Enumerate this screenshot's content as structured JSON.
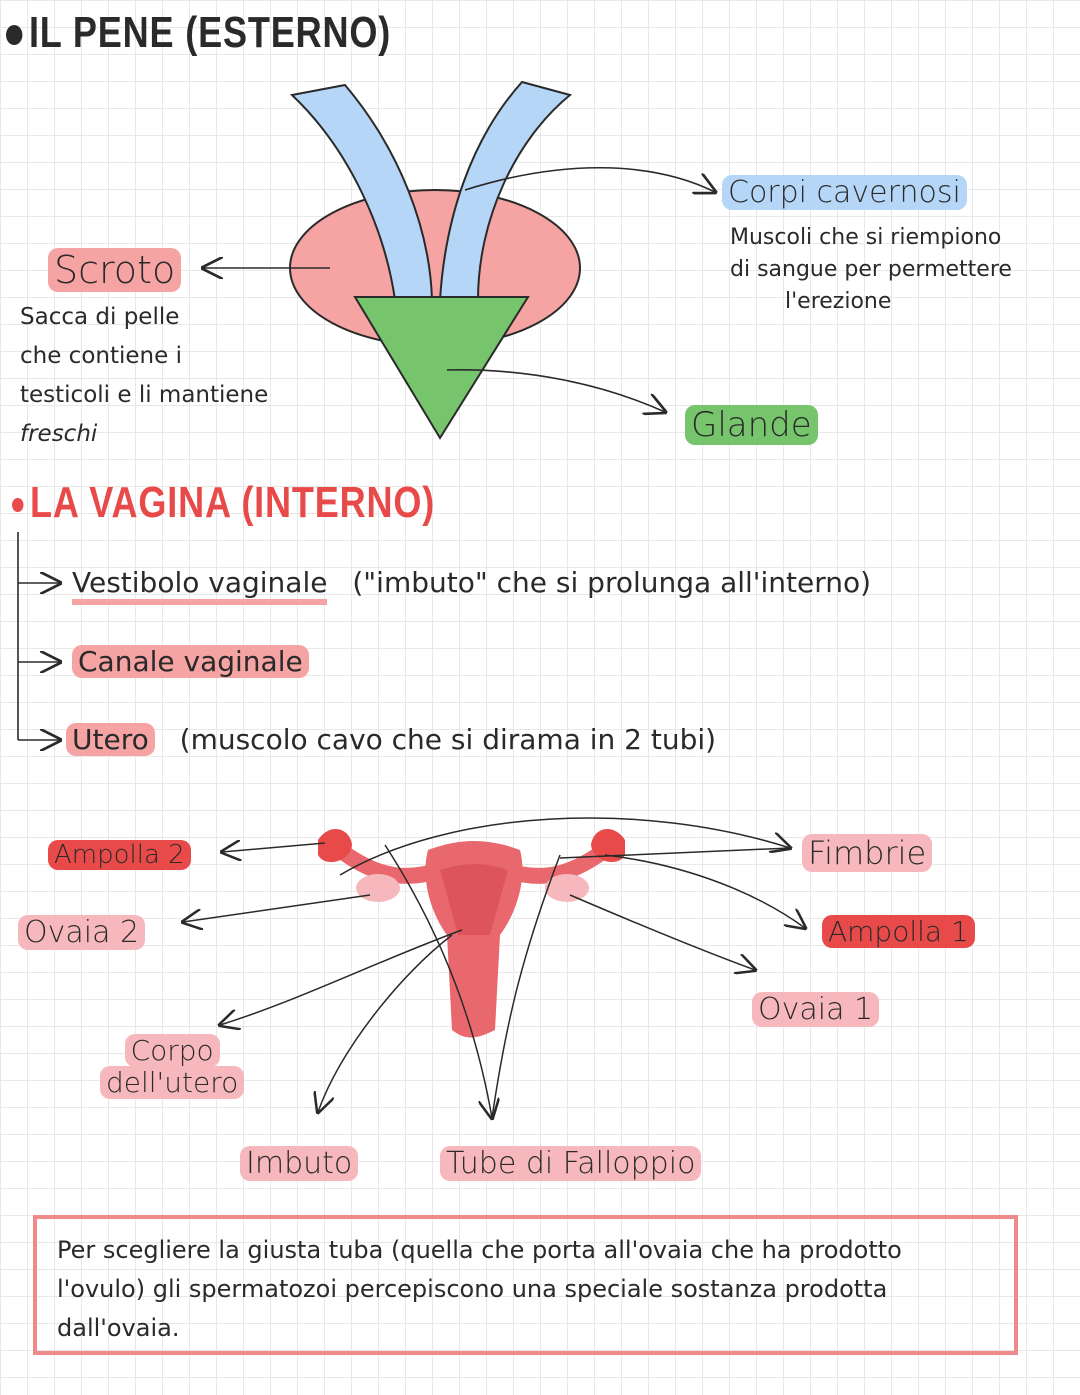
{
  "colors": {
    "pink": "#f6a3a3",
    "blue": "#b5d6f7",
    "green": "#76c46c",
    "red": "#e84a4a",
    "dark": "#2a2a2a"
  },
  "section_penis": {
    "title": "IL PENE (ESTERNO)",
    "corpi_label": "Corpi cavernosi",
    "corpi_desc": [
      "Muscoli che si riempiono",
      "di sangue per permettere",
      "l'erezione"
    ],
    "scroto_label": "Scroto",
    "scroto_desc": [
      "Sacca di pelle",
      "che contiene i",
      "testicoli e li mantiene",
      "freschi"
    ],
    "glande_label": "Glande"
  },
  "section_vagina": {
    "title": "LA VAGINA (INTERNO)",
    "items": [
      {
        "label": "Vestibolo vaginale",
        "desc": "(\"imbuto\" che si prolunga all'interno)"
      },
      {
        "label": "Canale vaginale",
        "desc": ""
      },
      {
        "label": "Utero",
        "desc": "(muscolo cavo che si dirama in 2 tubi)"
      }
    ]
  },
  "uterus_labels": {
    "ampolla2": "Ampolla 2",
    "ovaia2": "Ovaia 2",
    "corpo": [
      "Corpo",
      "dell'utero"
    ],
    "imbuto": "Imbuto",
    "tube": "Tube di Falloppio",
    "fimbrie": "Fimbrie",
    "ampolla1": "Ampolla 1",
    "ovaia1": "Ovaia 1"
  },
  "note": "Per scegliere la giusta tuba (quella che porta all'ovaia che ha prodotto l'ovulo) gli spermatozoi percepiscono una speciale sostanza prodotta dall'ovaia."
}
